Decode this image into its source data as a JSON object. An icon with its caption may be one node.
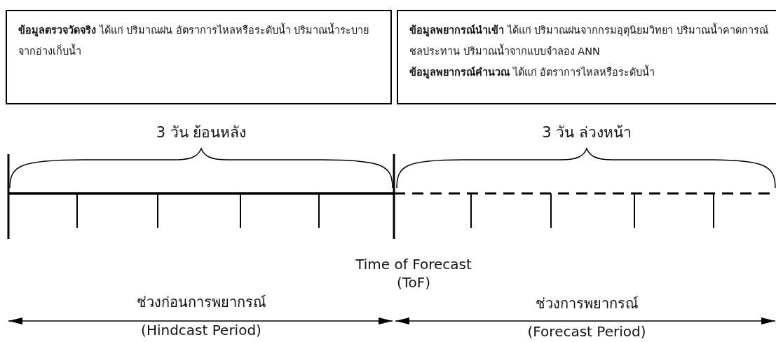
{
  "diagram": {
    "nodes": [
      {
        "text": [
          "**ข้อมูลตรวจวัดจริง** ได้แก่ ปริมาณฝน อัตราการไหลหรือระดับน้ำ ปริมาณน้ำระบายจากอ่างเก็บน้ำ"
        ]
      },
      {
        "text": [
          "**ข้อมูลพยากรณ์นำเข้า** ได้แก่ ปริมาณฝนจากกรมอุตุนิยมวิทยา ปริมาณน้ำคาดการณ์ชลประทาน ปริมาณน้ำจากแบบจำลอง ANN",
          "**ข้อมูลพยากรณ์คำนวณ** ได้แก่ อัตราการไหลหรือระดับน้ำ"
        ]
      }
    ],
    "labels": [
      "3 วัน ย้อนหลัง",
      "3 วัน ล่วงหน้า",
      "Time of Forecast (ToF)",
      "ช่วงก่อนการพยากรณ์",
      "ช่วงการพยากรณ์",
      "(Hindcast Period)",
      "(Forecast Period)"
    ]
  }
}
